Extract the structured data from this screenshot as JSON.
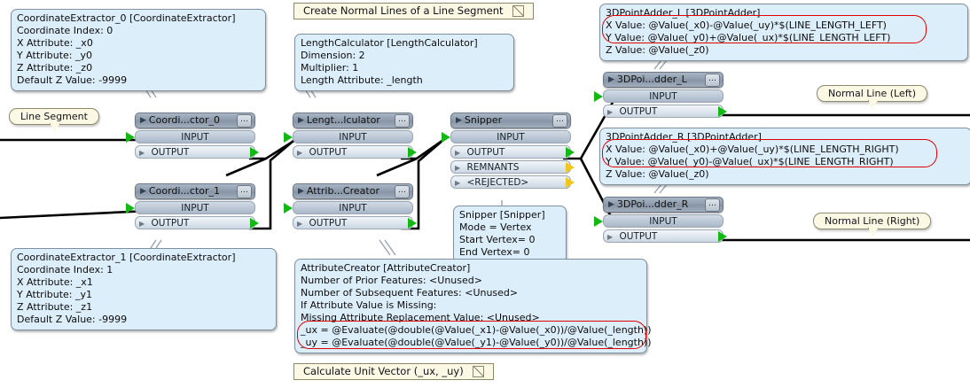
{
  "workspace": {
    "title_bar": {
      "label": "Create Normal Lines of a Line Segment"
    },
    "bottom_bar": {
      "label": "Calculate Unit Vector (_ux, _uy)"
    }
  },
  "callouts": [
    {
      "id": "line-segment",
      "label": "Line Segment"
    },
    {
      "id": "normal-line-left",
      "label": "Normal Line (Left)"
    },
    {
      "id": "normal-line-right",
      "label": "Normal Line (Right)"
    }
  ],
  "nodes": [
    {
      "id": "coordinate-extractor-0",
      "title": "Coordi...ctor_0",
      "menu": "…",
      "ports": [
        {
          "name": "INPUT",
          "kind": "input",
          "arrow": "green"
        },
        {
          "name": "OUTPUT",
          "kind": "output",
          "arrow": "green"
        }
      ]
    },
    {
      "id": "coordinate-extractor-1",
      "title": "Coordi...ctor_1",
      "menu": "…",
      "ports": [
        {
          "name": "INPUT",
          "kind": "input",
          "arrow": "green"
        },
        {
          "name": "OUTPUT",
          "kind": "output",
          "arrow": "green"
        }
      ]
    },
    {
      "id": "length-calculator",
      "title": "Lengt...lculator",
      "menu": "…",
      "ports": [
        {
          "name": "INPUT",
          "kind": "input",
          "arrow": "green"
        },
        {
          "name": "OUTPUT",
          "kind": "output",
          "arrow": "green"
        }
      ]
    },
    {
      "id": "attribute-creator",
      "title": "Attrib...Creator",
      "menu": "…",
      "ports": [
        {
          "name": "INPUT",
          "kind": "input",
          "arrow": "green"
        },
        {
          "name": "OUTPUT",
          "kind": "output",
          "arrow": "green"
        }
      ]
    },
    {
      "id": "snipper",
      "title": "Snipper",
      "menu": "…",
      "ports": [
        {
          "name": "INPUT",
          "kind": "input",
          "arrow": "green"
        },
        {
          "name": "OUTPUT",
          "kind": "output",
          "arrow": "green"
        },
        {
          "name": "REMNANTS",
          "kind": "output",
          "arrow": "yellow"
        },
        {
          "name": "<REJECTED>",
          "kind": "output",
          "arrow": "yellow"
        }
      ]
    },
    {
      "id": "3dpointadder-l",
      "title": "3DPoi...dder_L",
      "menu": "…",
      "ports": [
        {
          "name": "INPUT",
          "kind": "input",
          "arrow": "green"
        },
        {
          "name": "OUTPUT",
          "kind": "output",
          "arrow": "green"
        }
      ]
    },
    {
      "id": "3dpointadder-r",
      "title": "3DPoi...dder_R",
      "menu": "…",
      "ports": [
        {
          "name": "INPUT",
          "kind": "input",
          "arrow": "green"
        },
        {
          "name": "OUTPUT",
          "kind": "output",
          "arrow": "green"
        }
      ]
    }
  ],
  "param_boxes": [
    {
      "id": "coordinate-extractor-0-params",
      "lines": [
        "CoordinateExtractor_0 [CoordinateExtractor]",
        "Coordinate Index: 0",
        "X Attribute: _x0",
        "Y Attribute: _y0",
        "Z Attribute: _z0",
        "Default Z Value: -9999"
      ]
    },
    {
      "id": "coordinate-extractor-1-params",
      "lines": [
        "CoordinateExtractor_1 [CoordinateExtractor]",
        "Coordinate Index: 1",
        "X Attribute: _x1",
        "Y Attribute: _y1",
        "Z Attribute: _z1",
        "Default Z Value: -9999"
      ]
    },
    {
      "id": "length-calculator-params",
      "lines": [
        "LengthCalculator [LengthCalculator]",
        "Dimension: 2",
        "Multiplier: 1",
        "Length Attribute: _length"
      ]
    },
    {
      "id": "snipper-params",
      "lines": [
        "Snipper [Snipper]",
        "Mode = Vertex",
        "Start Vertex= 0",
        "End Vertex= 0"
      ]
    },
    {
      "id": "attribute-creator-params",
      "lines": [
        "AttributeCreator [AttributeCreator]",
        "Number of Prior Features: <Unused>",
        "Number of Subsequent Features: <Unused>",
        "If Attribute Value is Missing:",
        "Missing Attribute Replacement Value: <Unused>",
        "_ux = @Evaluate(@double(@Value(_x1)-@Value(_x0))/@Value(_length))",
        "_uy = @Evaluate(@double(@Value(_y1)-@Value(_y0))/@Value(_length))"
      ]
    },
    {
      "id": "3dpointadder-l-params",
      "lines": [
        "3DPointAdder_L [3DPointAdder]",
        "X Value: @Value(_x0)-@Value(_uy)*$(LINE_LENGTH_LEFT)",
        "Y Value: @Value(_y0)+@Value(_ux)*$(LINE_LENGTH_LEFT)",
        "Z Value: @Value(_z0)"
      ]
    },
    {
      "id": "3dpointadder-r-params",
      "lines": [
        "3DPointAdder_R [3DPointAdder]",
        "X Value: @Value(_x0)+@Value(_uy)*$(LINE_LENGTH_RIGHT)",
        "Y Value: @Value(_y0)-@Value(_ux)*$(LINE_LENGTH_RIGHT)",
        "Z Value: @Value(_z0)"
      ]
    }
  ],
  "colors": {
    "param_box_fill": "#ddeefb",
    "callout_fill": "#fbf8e3",
    "highlight_ring": "#e00000",
    "arrow_green": "#14b814",
    "arrow_yellow": "#f2c71d",
    "wire": "#000000"
  }
}
